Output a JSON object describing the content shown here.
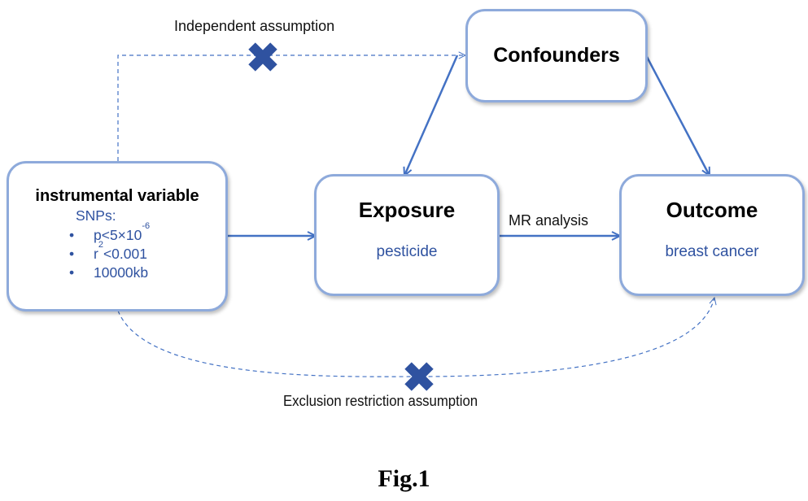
{
  "colors": {
    "arrow": "#4472c4",
    "box_border": "#8eaadb",
    "subtext": "#2f52a0",
    "cross": "#2f52a0"
  },
  "nodes": {
    "instrumental_variable": {
      "title": "instrumental variable",
      "heading": "SNPs:",
      "criteria": [
        {
          "bullet": "•",
          "text_pre": "p<5×10",
          "sup": "-6",
          "text_post": ""
        },
        {
          "bullet": "•",
          "text_pre": "r",
          "sup": "2",
          "text_post": "<0.001"
        },
        {
          "bullet": "•",
          "text_pre": "10000kb",
          "sup": "",
          "text_post": ""
        }
      ]
    },
    "exposure": {
      "title": "Exposure",
      "subtitle": "pesticide"
    },
    "outcome": {
      "title": "Outcome",
      "subtitle": "breast cancer"
    },
    "confounders": {
      "title": "Confounders"
    }
  },
  "edges": {
    "iv_to_exposure": {
      "style": "solid"
    },
    "exposure_to_outcome": {
      "label": "MR analysis",
      "style": "solid"
    },
    "confounders_to_exposure": {
      "style": "solid"
    },
    "confounders_to_outcome": {
      "style": "solid"
    },
    "iv_to_confounders": {
      "label": "Independent assumption",
      "style": "dashed",
      "violated": true
    },
    "iv_to_outcome": {
      "label": "Exclusion restriction assumption",
      "style": "dashed",
      "violated": true
    }
  },
  "caption": "Fig.1"
}
